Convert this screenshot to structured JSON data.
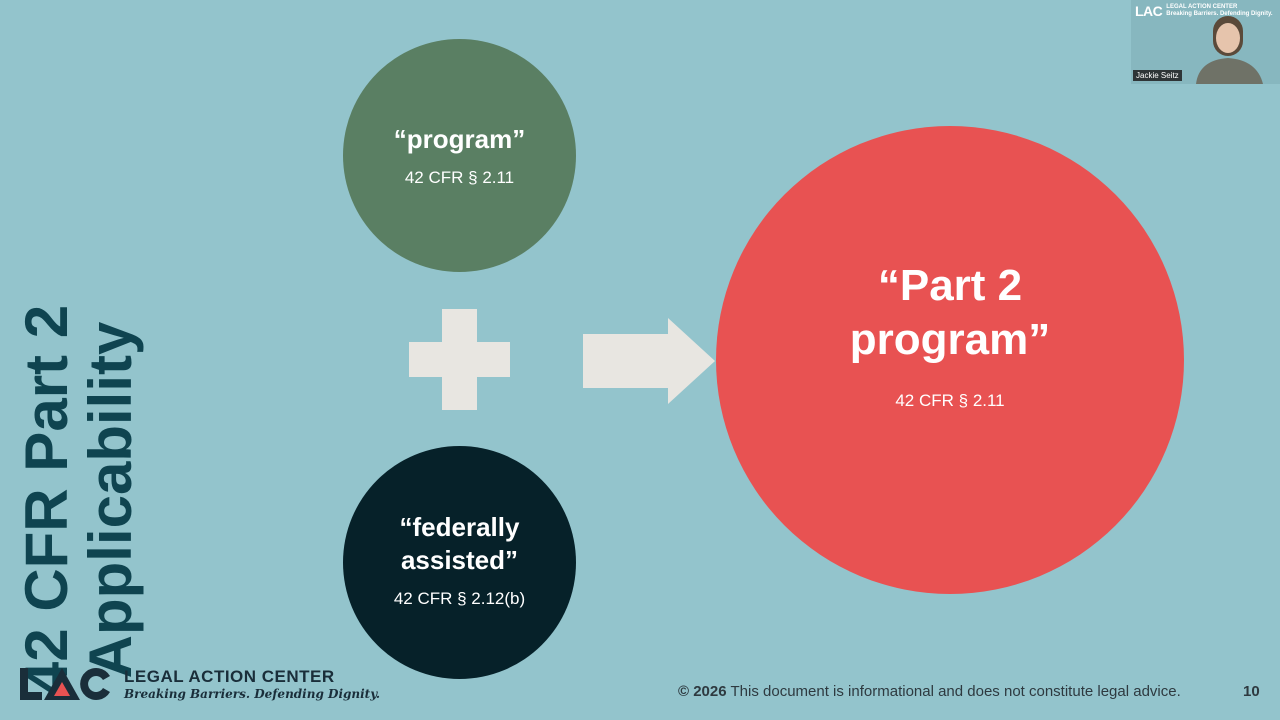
{
  "slide": {
    "title_line1": "42 CFR Part 2",
    "title_line2": "Applicability",
    "program": {
      "term": "“program”",
      "citation": "42 CFR § 2.11"
    },
    "federal": {
      "term_line1": "“federally",
      "term_line2": "assisted”",
      "citation": "42 CFR § 2.12(b)"
    },
    "part2": {
      "term_line1": "“Part 2",
      "term_line2": "program”",
      "citation": "42 CFR § 2.11"
    },
    "page_number": "10"
  },
  "branding": {
    "logo_mark": "LAC",
    "org_name": "LEGAL ACTION CENTER",
    "tagline": "Breaking Barriers. Defending Dignity."
  },
  "footer": {
    "copyright": "© 2026",
    "disclaimer": "This document is informational and does not constitute legal advice."
  },
  "video_tile": {
    "participant_name": "Jackie Seitz",
    "logo_mark": "LAC",
    "org_name": "LEGAL ACTION CENTER",
    "tagline": "Breaking Barriers. Defending Dignity."
  },
  "colors": {
    "background": "#93c4cc",
    "title": "#0f4450",
    "program_circle": "#5a7f63",
    "federal_circle": "#062129",
    "part2_circle": "#e85252",
    "shape_fill": "#e8e6e1"
  },
  "icons": [
    "plus-icon",
    "arrow-right-icon"
  ]
}
